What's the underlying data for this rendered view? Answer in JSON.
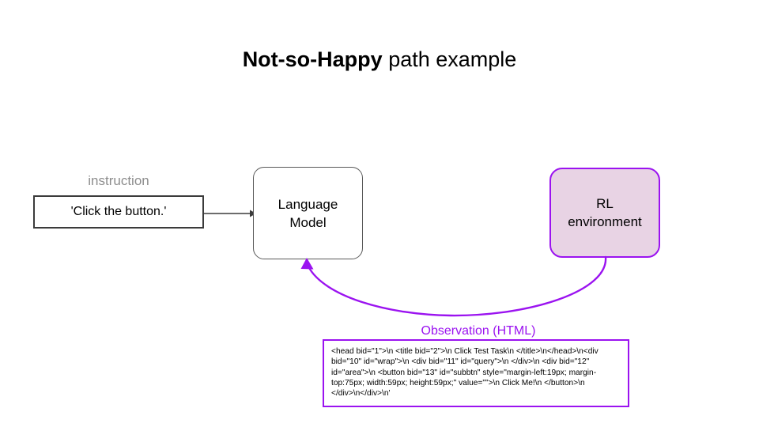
{
  "slide": {
    "background_color": "#ffffff",
    "title": {
      "bold_part": "Not-so-Happy",
      "rest_part": " path example"
    }
  },
  "colors": {
    "purple_accent": "#9b13f0",
    "rl_box_fill": "#e8d3e4",
    "instruction_border": "#3b3b3b",
    "lm_border": "#595959",
    "caption_gray": "#8d8d8d",
    "text_black": "#000000"
  },
  "diagram": {
    "instruction": {
      "caption": "instruction",
      "value": "'Click the button.'"
    },
    "language_model": {
      "line1": "Language",
      "line2": "Model"
    },
    "rl_environment": {
      "line1": "RL",
      "line2": "environment"
    },
    "observation": {
      "caption": "Observation (HTML)",
      "html": "<head bid=\"1\">\\n <title bid=\"2\">\\n  Click Test Task\\n </title>\\n</head>\\n<div bid=\"10\" id=\"wrap\">\\n <div bid=\"11\" id=\"query\">\\n </div>\\n <div bid=\"12\" id=\"area\">\\n  <button bid=\"13\" id=\"subbtn\" style=\"margin-left:19px; margin-top:75px; width:59px; height:59px;\" value=\"\">\\n   Click Me!\\n  </button>\\n </div>\\n</div>\\n'"
    },
    "edges": {
      "instruction_to_model": "arrow pointing right from instruction box into Language Model",
      "environment_to_model": "curved purple arrow from RL environment up into Language Model"
    }
  }
}
